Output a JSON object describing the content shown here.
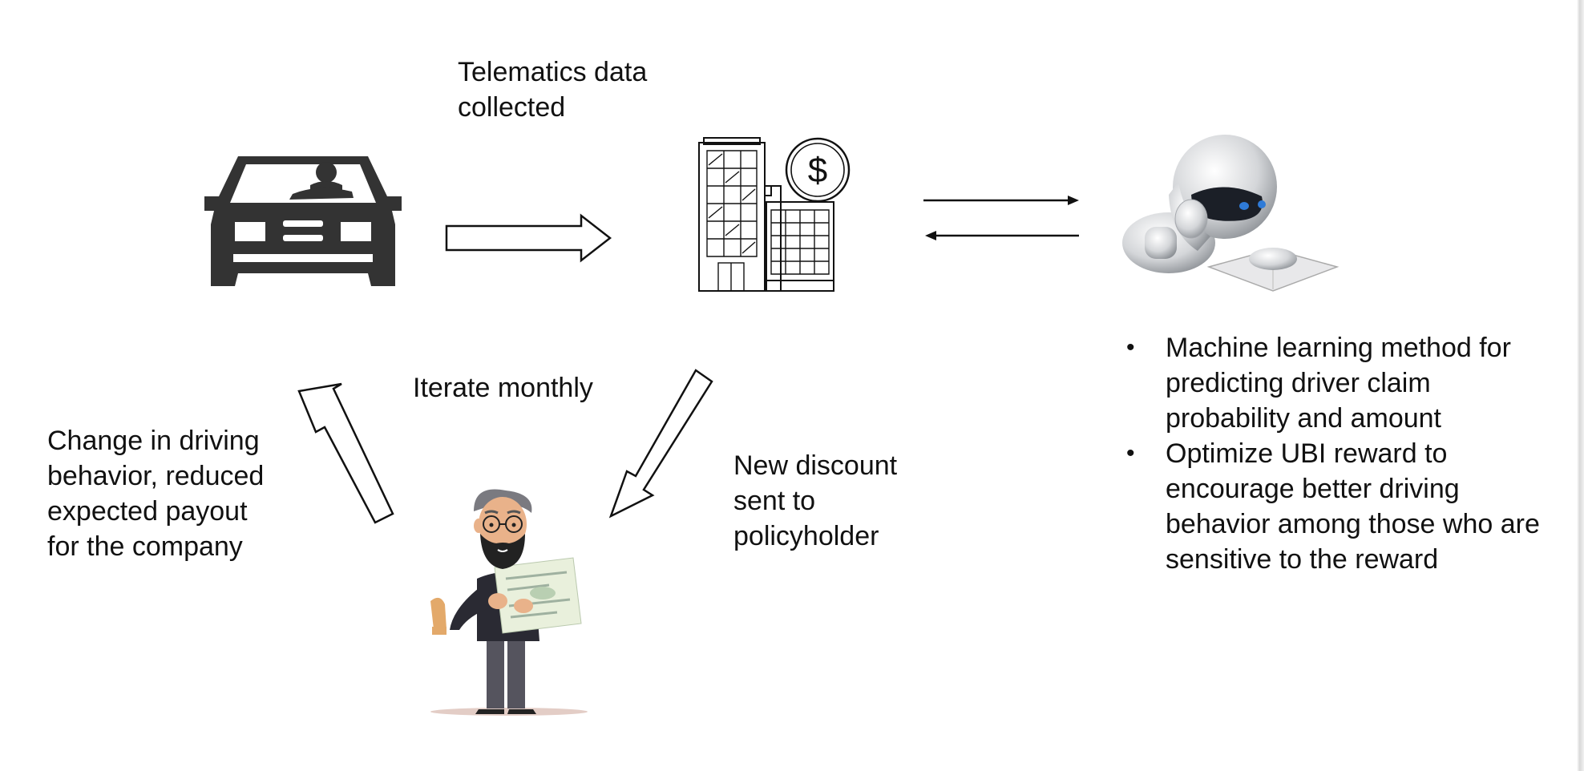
{
  "labels": {
    "telematics": "Telematics data\ncollected",
    "iterate": "Iterate monthly",
    "discount": "New discount\nsent to\npolicyholder",
    "change": "Change in driving\nbehavior, reduced\nexpected payout\nfor the company"
  },
  "bullets": [
    "Machine learning method for predicting driver claim probability and amount",
    "Optimize UBI reward to encourage better driving behavior among those who are sensitive to the reward"
  ],
  "icons": {
    "car": "car-driver-icon",
    "insurer": "insurance-company-building-icon",
    "model": "robot-reading-book-icon",
    "policyholder": "policyholder-reading-document-icon"
  },
  "colors": {
    "ink": "#111111",
    "car": "#333333",
    "robot_eyes": "#2f7bd8"
  }
}
